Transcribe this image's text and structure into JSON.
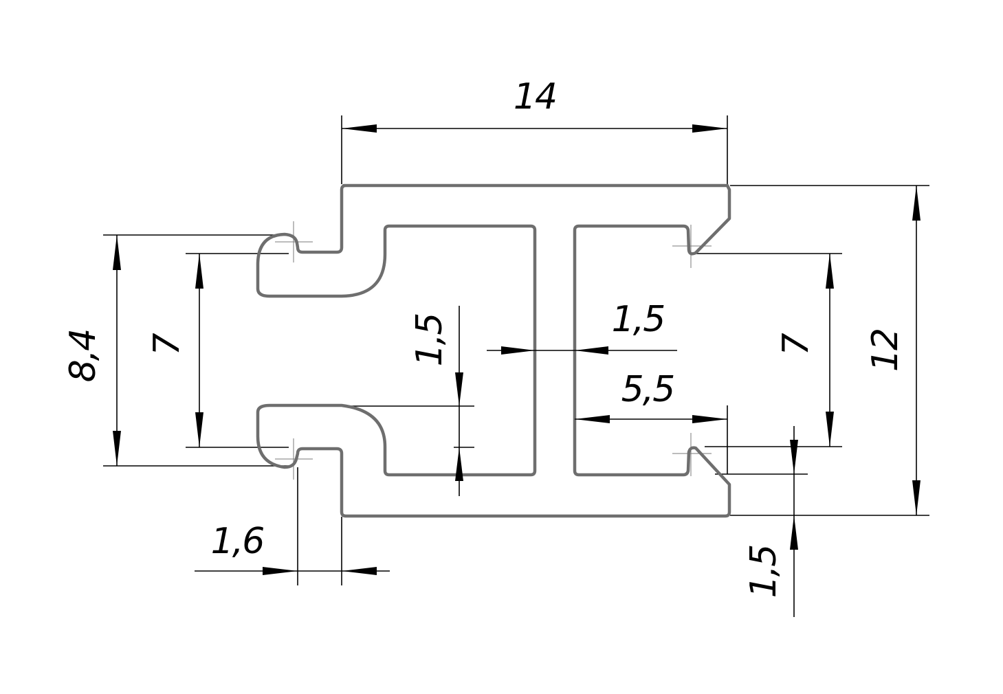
{
  "drawing": {
    "dimensions": {
      "overall_width": "14",
      "overall_height": "12",
      "left_outer_opening": "8,4",
      "left_inner_opening": "7",
      "right_inner_opening": "7",
      "flange_thickness": "1,5",
      "web_thickness": "1,5",
      "right_pocket_width": "5,5",
      "lip_thickness": "1,6",
      "bottom_flange_thickness": "1,5"
    }
  }
}
